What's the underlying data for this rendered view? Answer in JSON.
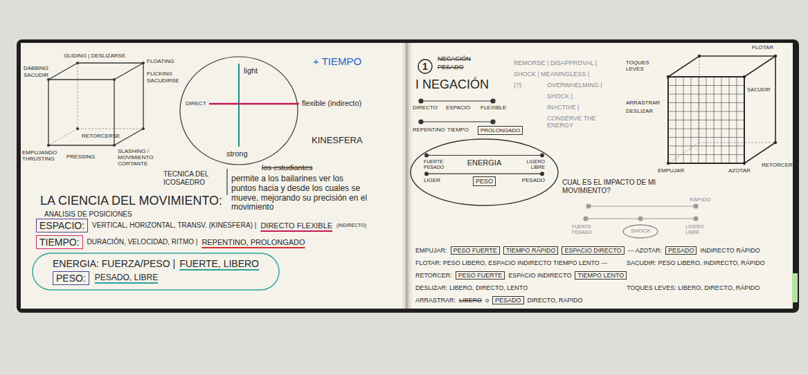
{
  "diagram": {
    "nodes": [
      {
        "text": [
          "ESPACIO:"
        ]
      },
      {
        "text": [
          "TIEMPO:"
        ]
      },
      {
        "text": [
          "ENERGIA: FUERZA/PESO |",
          "FUERTE, LIBERO"
        ]
      },
      {
        "text": [
          "PESO:"
        ],
        "in": 2
      },
      {
        "text": [
          "1"
        ]
      },
      {
        "text": [
          "PROLONGADO"
        ]
      },
      {
        "text": [
          "ENERGIA"
        ]
      },
      {
        "text": [
          "PESO"
        ],
        "in": 6
      },
      {
        "text": [
          "SHOCK"
        ]
      },
      {
        "text": [
          "PESO FUERTE"
        ]
      },
      {
        "text": [
          "TIEMPO RÁPIDO"
        ]
      },
      {
        "text": [
          "ESPACIO DIRECTO"
        ]
      },
      {
        "text": [
          "PESADO"
        ]
      },
      {
        "text": [
          "PESO FUERTE"
        ]
      },
      {
        "text": [
          "TIEMPO LENTO"
        ]
      },
      {
        "text": [
          "PESADO"
        ]
      }
    ],
    "labels": [
      "GLIDING | DESLIZARSE",
      "FLOATING",
      "DABBING",
      "SACUDIR",
      "FLICKING",
      "SACUDIRSE",
      "RETORCERSE",
      "SLASHING / MOVIMIENTO CORTANTE",
      "PRESSING",
      "EMPUJANDO THRUSTING",
      "light",
      "+ TIEMPO",
      "DIRECT",
      "flexible (indirecto)",
      "KINESFERA",
      "strong",
      "TECNICA DEL ICOSAEDRO",
      "los estudiantes",
      "permite a los bailarines ver los puntos hacia y desde los cuales se mueve, mejorando su precisión en el movimiento",
      "LA CIENCIA DEL MOVIMIENTO:",
      "ANALISIS DE POSICIONES",
      "VERTICAL, HORIZONTAL, TRANSV. (KINESFERA) |",
      "DIRECTO FLEXIBLE",
      "(INDIRECTO)",
      "DURACIÓN, VELOCIDAD, RITMO |",
      "REPENTINO, PROLONGADO",
      "PESADO, LIBRE",
      "NEGACIÓN",
      "PESADO",
      "I NEGACIÓN",
      "REMORSE | DISAPPROVAL |",
      "SHOCK | MEANINGLESS |",
      "(?)",
      "OVERWHELMING |",
      "SHOCK |",
      "INACTIVE |",
      "CONSERVE THE ENERGY",
      "DIRECTO",
      "ESPACIO",
      "FLEXIBLE",
      "REPENTINO",
      "TIEMPO",
      "FUERTE PESADO",
      "LIGERO LIBRE",
      "LIGER",
      "PESADO",
      "TOQUES LEVES",
      "FLOTAR",
      "SACUDIR",
      "ARRASTRAR",
      "DESLIZAR",
      "EMPUJAR",
      "AZOTAR",
      "RETORCER",
      "CUAL ES EL IMPACTO DE MI MOVIMIENTO?",
      "RAPIDO",
      "FUERTE PESADO",
      "LIGERO LIBRE",
      "EMPUJAR:",
      "— AZOTAR:",
      "INDIRECTO RÁPIDO",
      "FLOTAR: PESO LIBERO, ESPACIO INDIRECTO TIEMPO LENTO —",
      "SACUDIR: PESO LIBERO, INDIRECTO, RÁPIDO",
      "RETORCER:",
      "ESPACIO INDIRECTO",
      "DESLIZAR: LIBERO, DIRECTO, LENTO",
      "TOQUES LEVES: LIBERO, DIRECTO, RÁPIDO",
      "ARRASTRAR:",
      "LIBERO",
      "o",
      "DIRECTO, RAPIDO"
    ]
  }
}
